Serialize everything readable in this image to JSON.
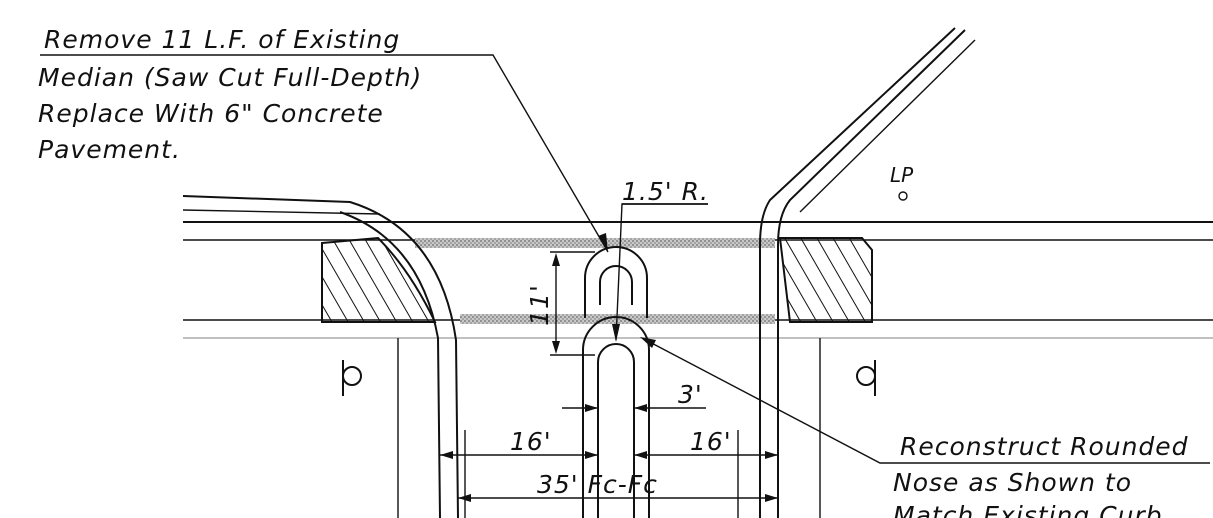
{
  "notes": {
    "remove_line1": "Remove 11 L.F. of Existing",
    "remove_line2": "Median (Saw Cut Full-Depth)",
    "remove_line3": "Replace With 6\" Concrete",
    "remove_line4": "Pavement.",
    "reconstruct_line1": "Reconstruct Rounded",
    "reconstruct_line2": "Nose as Shown to",
    "reconstruct_line3": "Match Existing Curb"
  },
  "labels": {
    "light_pole": "LP",
    "radius": "1.5' R.",
    "length": "11'",
    "gap": "3'",
    "left_width": "16'",
    "right_width": "16'",
    "total_width": "35' Fc-Fc"
  },
  "colors": {
    "line": "#111111",
    "saw_cut_band": "#a8a8a8",
    "background": "#ffffff"
  }
}
